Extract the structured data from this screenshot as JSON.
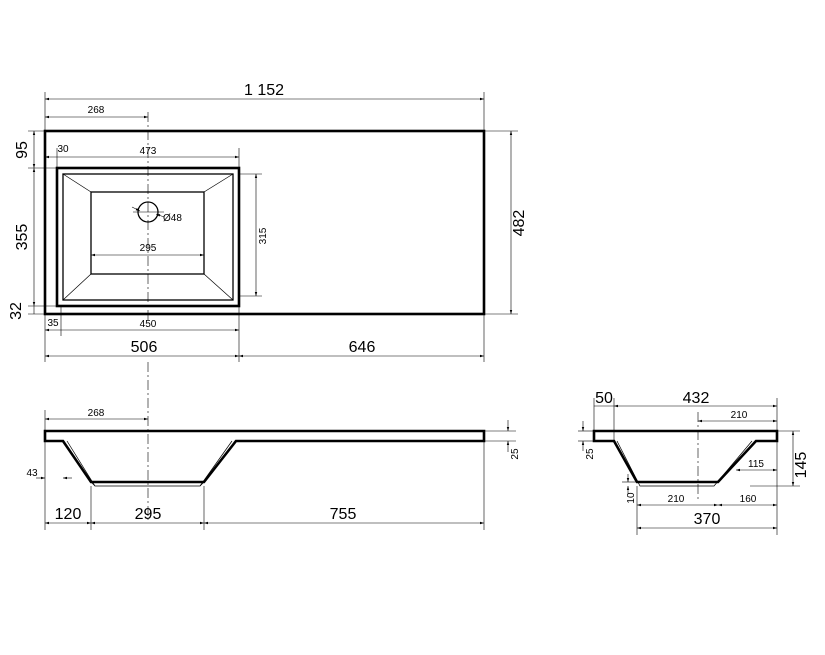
{
  "drawing": {
    "top_view": {
      "total_width": "1 152",
      "hole_offset": "268",
      "depth_top": "95",
      "bowl_top_width": "473",
      "bowl_left_gap": "30",
      "bowl_depth": "355",
      "bowl_rear": "32",
      "overall_depth": "482",
      "inner_depth": "315",
      "drain_diameter": "Ø48",
      "bottom_width": "295",
      "bowl_edge": "35",
      "bowl_bottom_width": "450",
      "left_section": "506",
      "right_section": "646"
    },
    "front_view": {
      "hole_offset": "268",
      "thickness": "25",
      "wall_angle": "43",
      "left_gap": "120",
      "bottom": "295",
      "right_section": "755"
    },
    "side_view": {
      "lip": "50",
      "width": "432",
      "drain_offset": "210",
      "thickness": "25",
      "height": "145",
      "inner_offset": "115",
      "bottom_thickness": "10",
      "bottom_width": "210",
      "bottom_right": "160",
      "base_width": "370"
    }
  }
}
